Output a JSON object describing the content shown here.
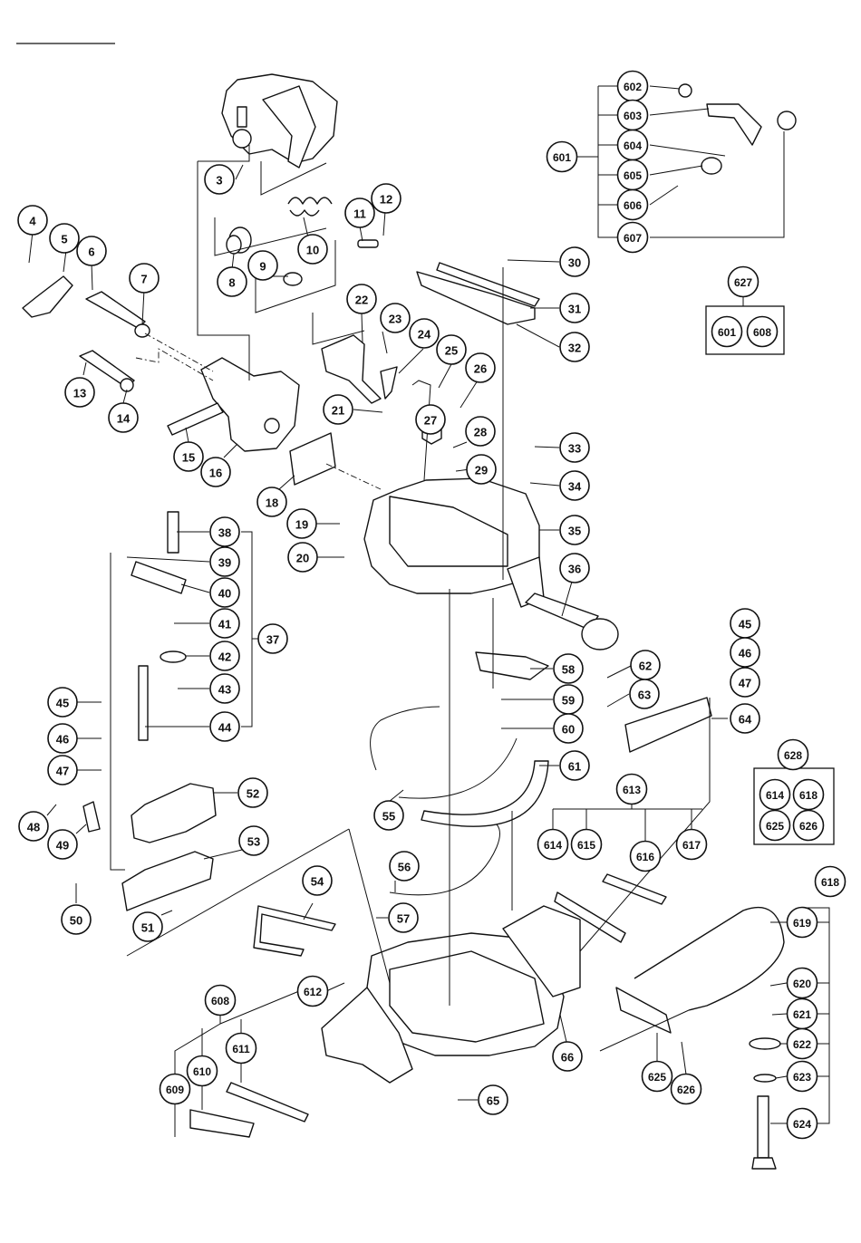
{
  "callouts": [
    {
      "n": "3"
    },
    {
      "n": "4"
    },
    {
      "n": "5"
    },
    {
      "n": "6"
    },
    {
      "n": "7"
    },
    {
      "n": "8"
    },
    {
      "n": "9"
    },
    {
      "n": "10"
    },
    {
      "n": "11"
    },
    {
      "n": "12"
    },
    {
      "n": "13"
    },
    {
      "n": "14"
    },
    {
      "n": "15"
    },
    {
      "n": "16"
    },
    {
      "n": "18"
    },
    {
      "n": "19"
    },
    {
      "n": "20"
    },
    {
      "n": "21"
    },
    {
      "n": "22"
    },
    {
      "n": "23"
    },
    {
      "n": "24"
    },
    {
      "n": "25"
    },
    {
      "n": "26"
    },
    {
      "n": "27"
    },
    {
      "n": "28"
    },
    {
      "n": "29"
    },
    {
      "n": "30"
    },
    {
      "n": "31"
    },
    {
      "n": "32"
    },
    {
      "n": "33"
    },
    {
      "n": "34"
    },
    {
      "n": "35"
    },
    {
      "n": "36"
    },
    {
      "n": "37"
    },
    {
      "n": "38"
    },
    {
      "n": "39"
    },
    {
      "n": "40"
    },
    {
      "n": "41"
    },
    {
      "n": "42"
    },
    {
      "n": "43"
    },
    {
      "n": "44"
    },
    {
      "n": "45"
    },
    {
      "n": "46"
    },
    {
      "n": "47"
    },
    {
      "n": "45"
    },
    {
      "n": "46"
    },
    {
      "n": "47"
    },
    {
      "n": "48"
    },
    {
      "n": "49"
    },
    {
      "n": "50"
    },
    {
      "n": "51"
    },
    {
      "n": "52"
    },
    {
      "n": "53"
    },
    {
      "n": "54"
    },
    {
      "n": "55"
    },
    {
      "n": "56"
    },
    {
      "n": "57"
    },
    {
      "n": "58"
    },
    {
      "n": "59"
    },
    {
      "n": "60"
    },
    {
      "n": "61"
    },
    {
      "n": "62"
    },
    {
      "n": "63"
    },
    {
      "n": "64"
    },
    {
      "n": "65"
    },
    {
      "n": "66"
    },
    {
      "n": "601"
    },
    {
      "n": "602"
    },
    {
      "n": "603"
    },
    {
      "n": "604"
    },
    {
      "n": "605"
    },
    {
      "n": "606"
    },
    {
      "n": "607"
    },
    {
      "n": "627"
    },
    {
      "n": "601"
    },
    {
      "n": "608"
    },
    {
      "n": "628"
    },
    {
      "n": "614"
    },
    {
      "n": "618"
    },
    {
      "n": "625"
    },
    {
      "n": "626"
    },
    {
      "n": "613"
    },
    {
      "n": "614"
    },
    {
      "n": "615"
    },
    {
      "n": "616"
    },
    {
      "n": "617"
    },
    {
      "n": "618"
    },
    {
      "n": "619"
    },
    {
      "n": "620"
    },
    {
      "n": "621"
    },
    {
      "n": "622"
    },
    {
      "n": "623"
    },
    {
      "n": "624"
    },
    {
      "n": "608"
    },
    {
      "n": "609"
    },
    {
      "n": "610"
    },
    {
      "n": "611"
    },
    {
      "n": "612"
    },
    {
      "n": "625"
    },
    {
      "n": "626"
    }
  ]
}
